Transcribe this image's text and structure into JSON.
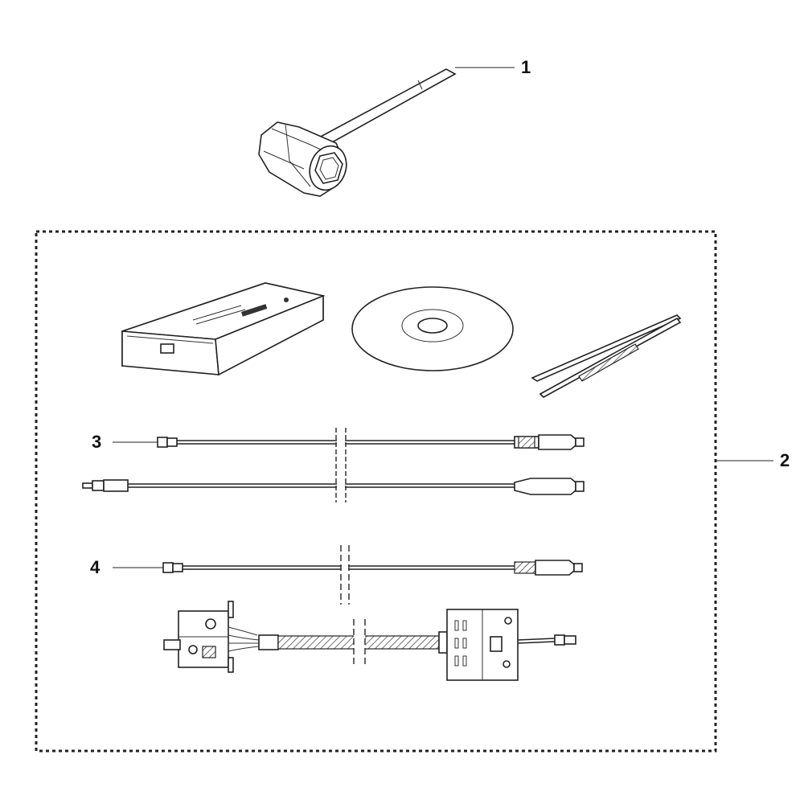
{
  "callouts": {
    "c1": "1",
    "c2": "2",
    "c3": "3",
    "c4": "4"
  },
  "parts": [
    {
      "id": "spark-plug-wrench",
      "icon": "socket-wrench-icon"
    },
    {
      "id": "diagnostic-kit",
      "icon": "dashed-group-box"
    },
    {
      "id": "interface-box",
      "icon": "usb-interface-box-icon"
    },
    {
      "id": "software-disc",
      "icon": "cd-icon"
    },
    {
      "id": "tweezers",
      "icon": "tweezers-icon"
    },
    {
      "id": "usb-cable-set",
      "icon": "cable-icon"
    },
    {
      "id": "adapter-cable-set",
      "icon": "cable-icon"
    }
  ],
  "colors": {
    "line": "#222222",
    "background": "#ffffff"
  }
}
